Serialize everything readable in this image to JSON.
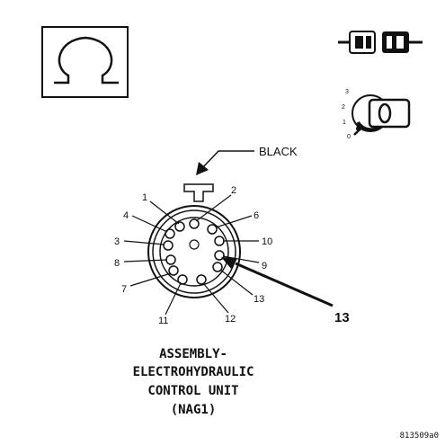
{
  "wire_color_label": "BLACK",
  "pin_numbers": [
    "1",
    "2",
    "3",
    "4",
    "6",
    "7",
    "8",
    "9",
    "10",
    "11",
    "12",
    "13"
  ],
  "callout_label": "13",
  "ignition_positions": [
    "3",
    "2",
    "1",
    "0"
  ],
  "title_lines": [
    "ASSEMBLY-",
    "ELECTROHYDRAULIC",
    "CONTROL UNIT",
    "(NAG1)"
  ],
  "figure_code": "813509a0",
  "icons": {
    "measurement": "ohmmeter-omega-icon",
    "connector": "disconnected-connector-icon",
    "ignition": "ignition-key-off-icon"
  }
}
